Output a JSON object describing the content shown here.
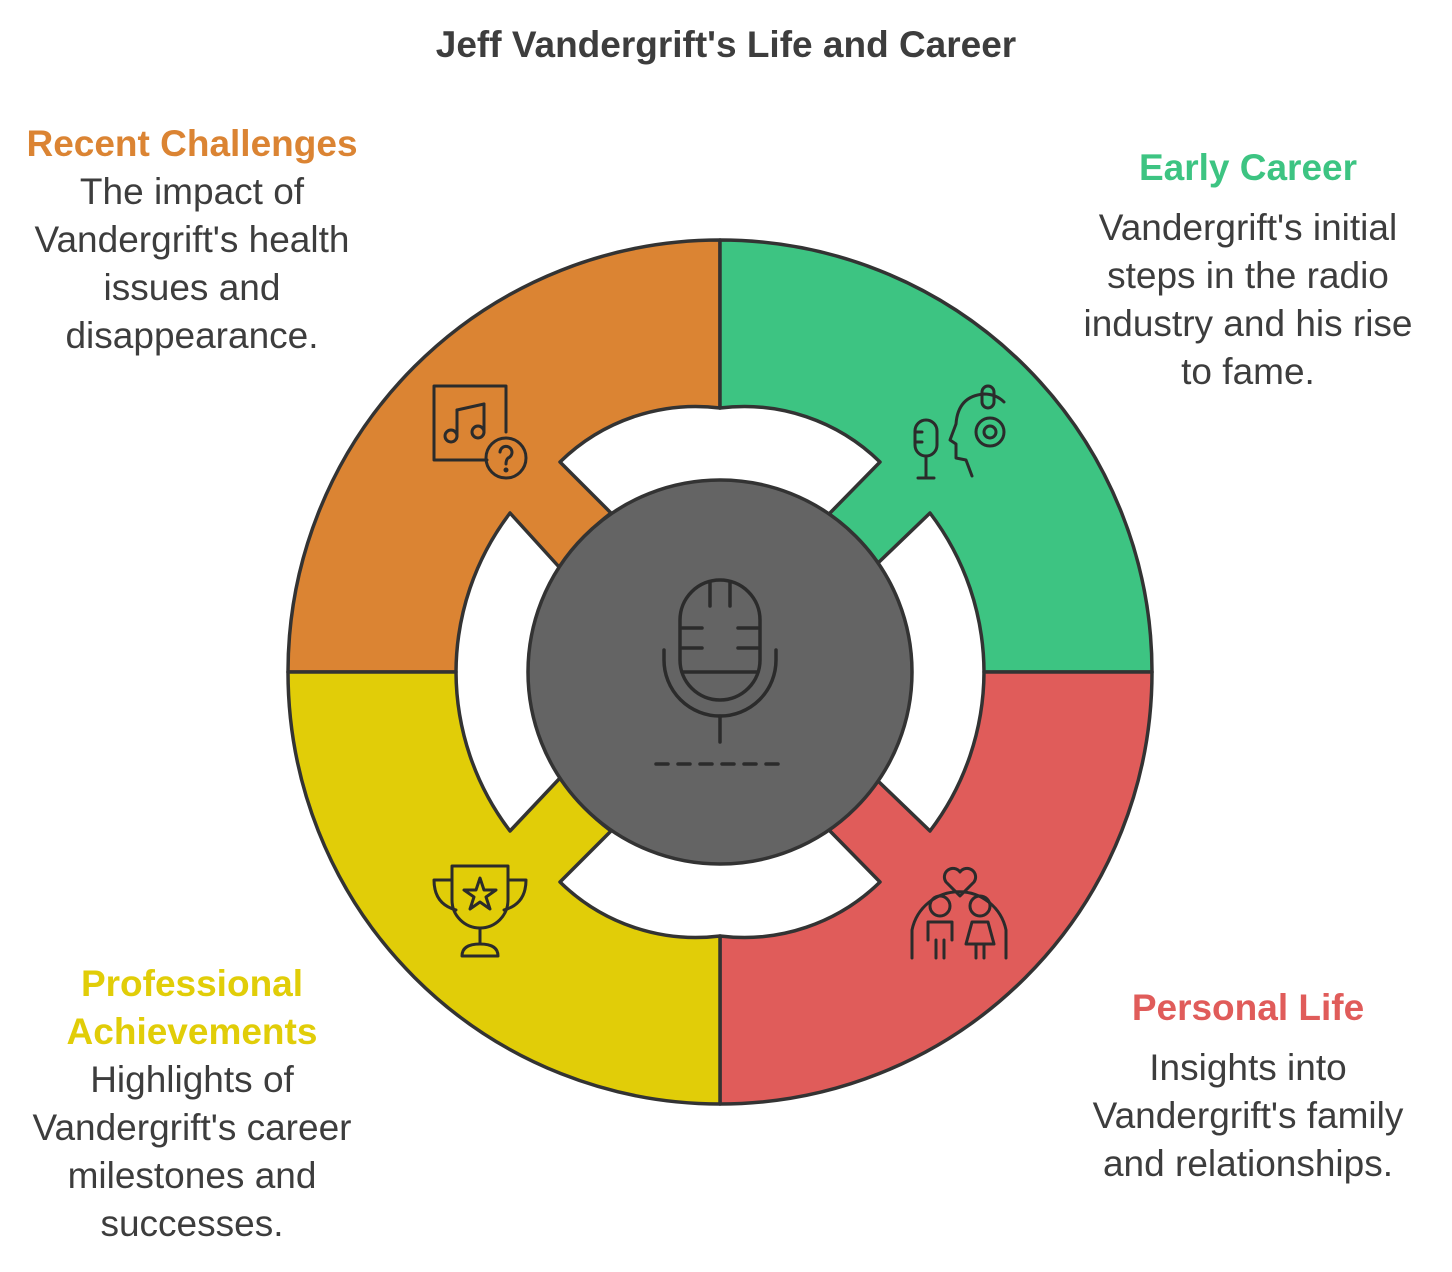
{
  "title": "Jeff Vandergrift's Life and Career",
  "colors": {
    "early_career": "#3dc482",
    "personal_life": "#e05c5a",
    "professional_achievements": "#e1cd08",
    "recent_challenges": "#db8433",
    "center": "#646464",
    "outline": "#333333"
  },
  "sections": {
    "early_career": {
      "heading": "Early Career",
      "description": "Vandergrift's initial steps in the radio industry and his rise to fame.",
      "icon": "podcast-headset-icon"
    },
    "personal_life": {
      "heading": "Personal Life",
      "description": "Insights into Vandergrift's family and relationships.",
      "icon": "couple-heart-icon"
    },
    "professional_achievements": {
      "heading": "Professional Achievements",
      "description": "Highlights of Vandergrift's career milestones and successes.",
      "icon": "trophy-star-icon"
    },
    "recent_challenges": {
      "heading": "Recent Challenges",
      "description": "The impact of Vandergrift's health issues and disappearance.",
      "icon": "music-question-icon"
    }
  },
  "center_icon": "microphone-icon"
}
